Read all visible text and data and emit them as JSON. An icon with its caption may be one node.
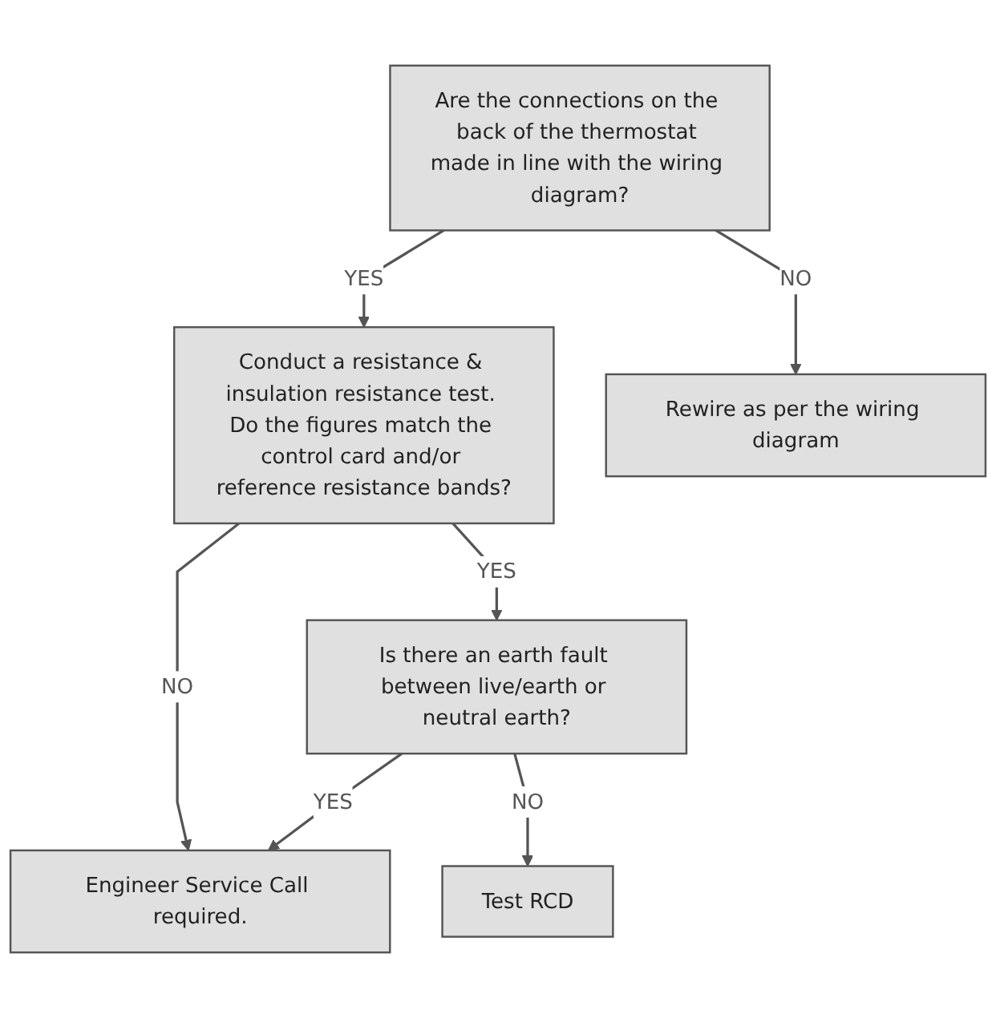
{
  "diagram": {
    "nodes": [
      {
        "text": [
          "Are the connections on the back of the thermostat made in line with the wiring diagram?"
        ]
      },
      {
        "text": [
          "Conduct a resistance & insulation resistance test. Do the figures match the control card and/or reference resistance bands?"
        ]
      },
      {
        "text": [
          "Rewire as per the wiring diagram"
        ]
      },
      {
        "text": [
          "Engineer Service Call required."
        ]
      },
      {
        "text": [
          "Is there an earth fault between live/earth or neutral earth?"
        ]
      },
      {
        "text": [
          "Test RCD"
        ]
      }
    ],
    "edges": [
      {
        "from": 0,
        "to": 1,
        "arrow": "to",
        "label": "YES"
      },
      {
        "from": 0,
        "to": 2,
        "arrow": "to",
        "label": "NO"
      },
      {
        "from": 1,
        "to": 3,
        "arrow": "to",
        "label": "NO"
      },
      {
        "from": 1,
        "to": 4,
        "arrow": "to",
        "label": "YES"
      },
      {
        "from": 4,
        "to": 3,
        "arrow": "to",
        "label": "YES"
      },
      {
        "from": 4,
        "to": 5,
        "arrow": "to",
        "label": "NO"
      }
    ]
  }
}
